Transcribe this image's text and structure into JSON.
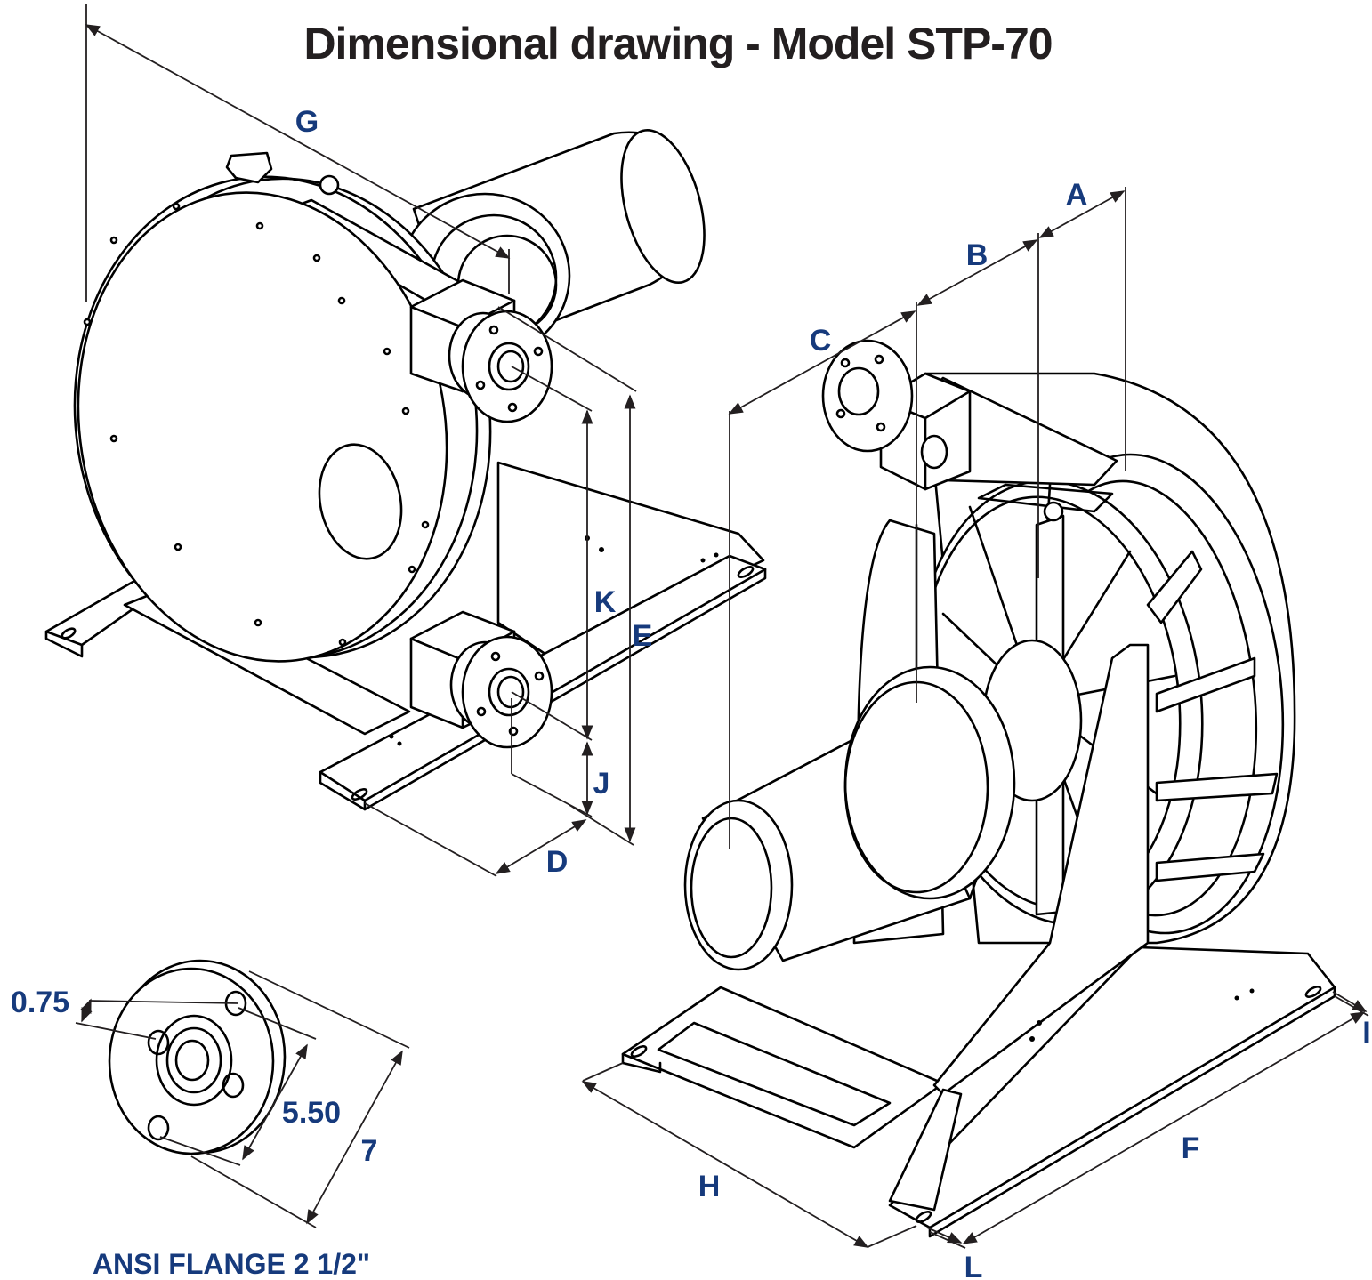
{
  "title": "Dimensional drawing - Model STP-70",
  "colors": {
    "label": "#163a7c",
    "title": "#231f20",
    "line": "#000000"
  },
  "dimension_labels": {
    "A": "A",
    "B": "B",
    "C": "C",
    "D": "D",
    "E": "E",
    "F": "F",
    "G": "G",
    "H": "H",
    "I": "I",
    "J": "J",
    "K": "K",
    "L": "L"
  },
  "flange": {
    "bolt_hole": "0.75",
    "bolt_circle": "5.50",
    "outer_diameter": "7",
    "caption": "ANSI FLANGE 2 1/2\""
  }
}
